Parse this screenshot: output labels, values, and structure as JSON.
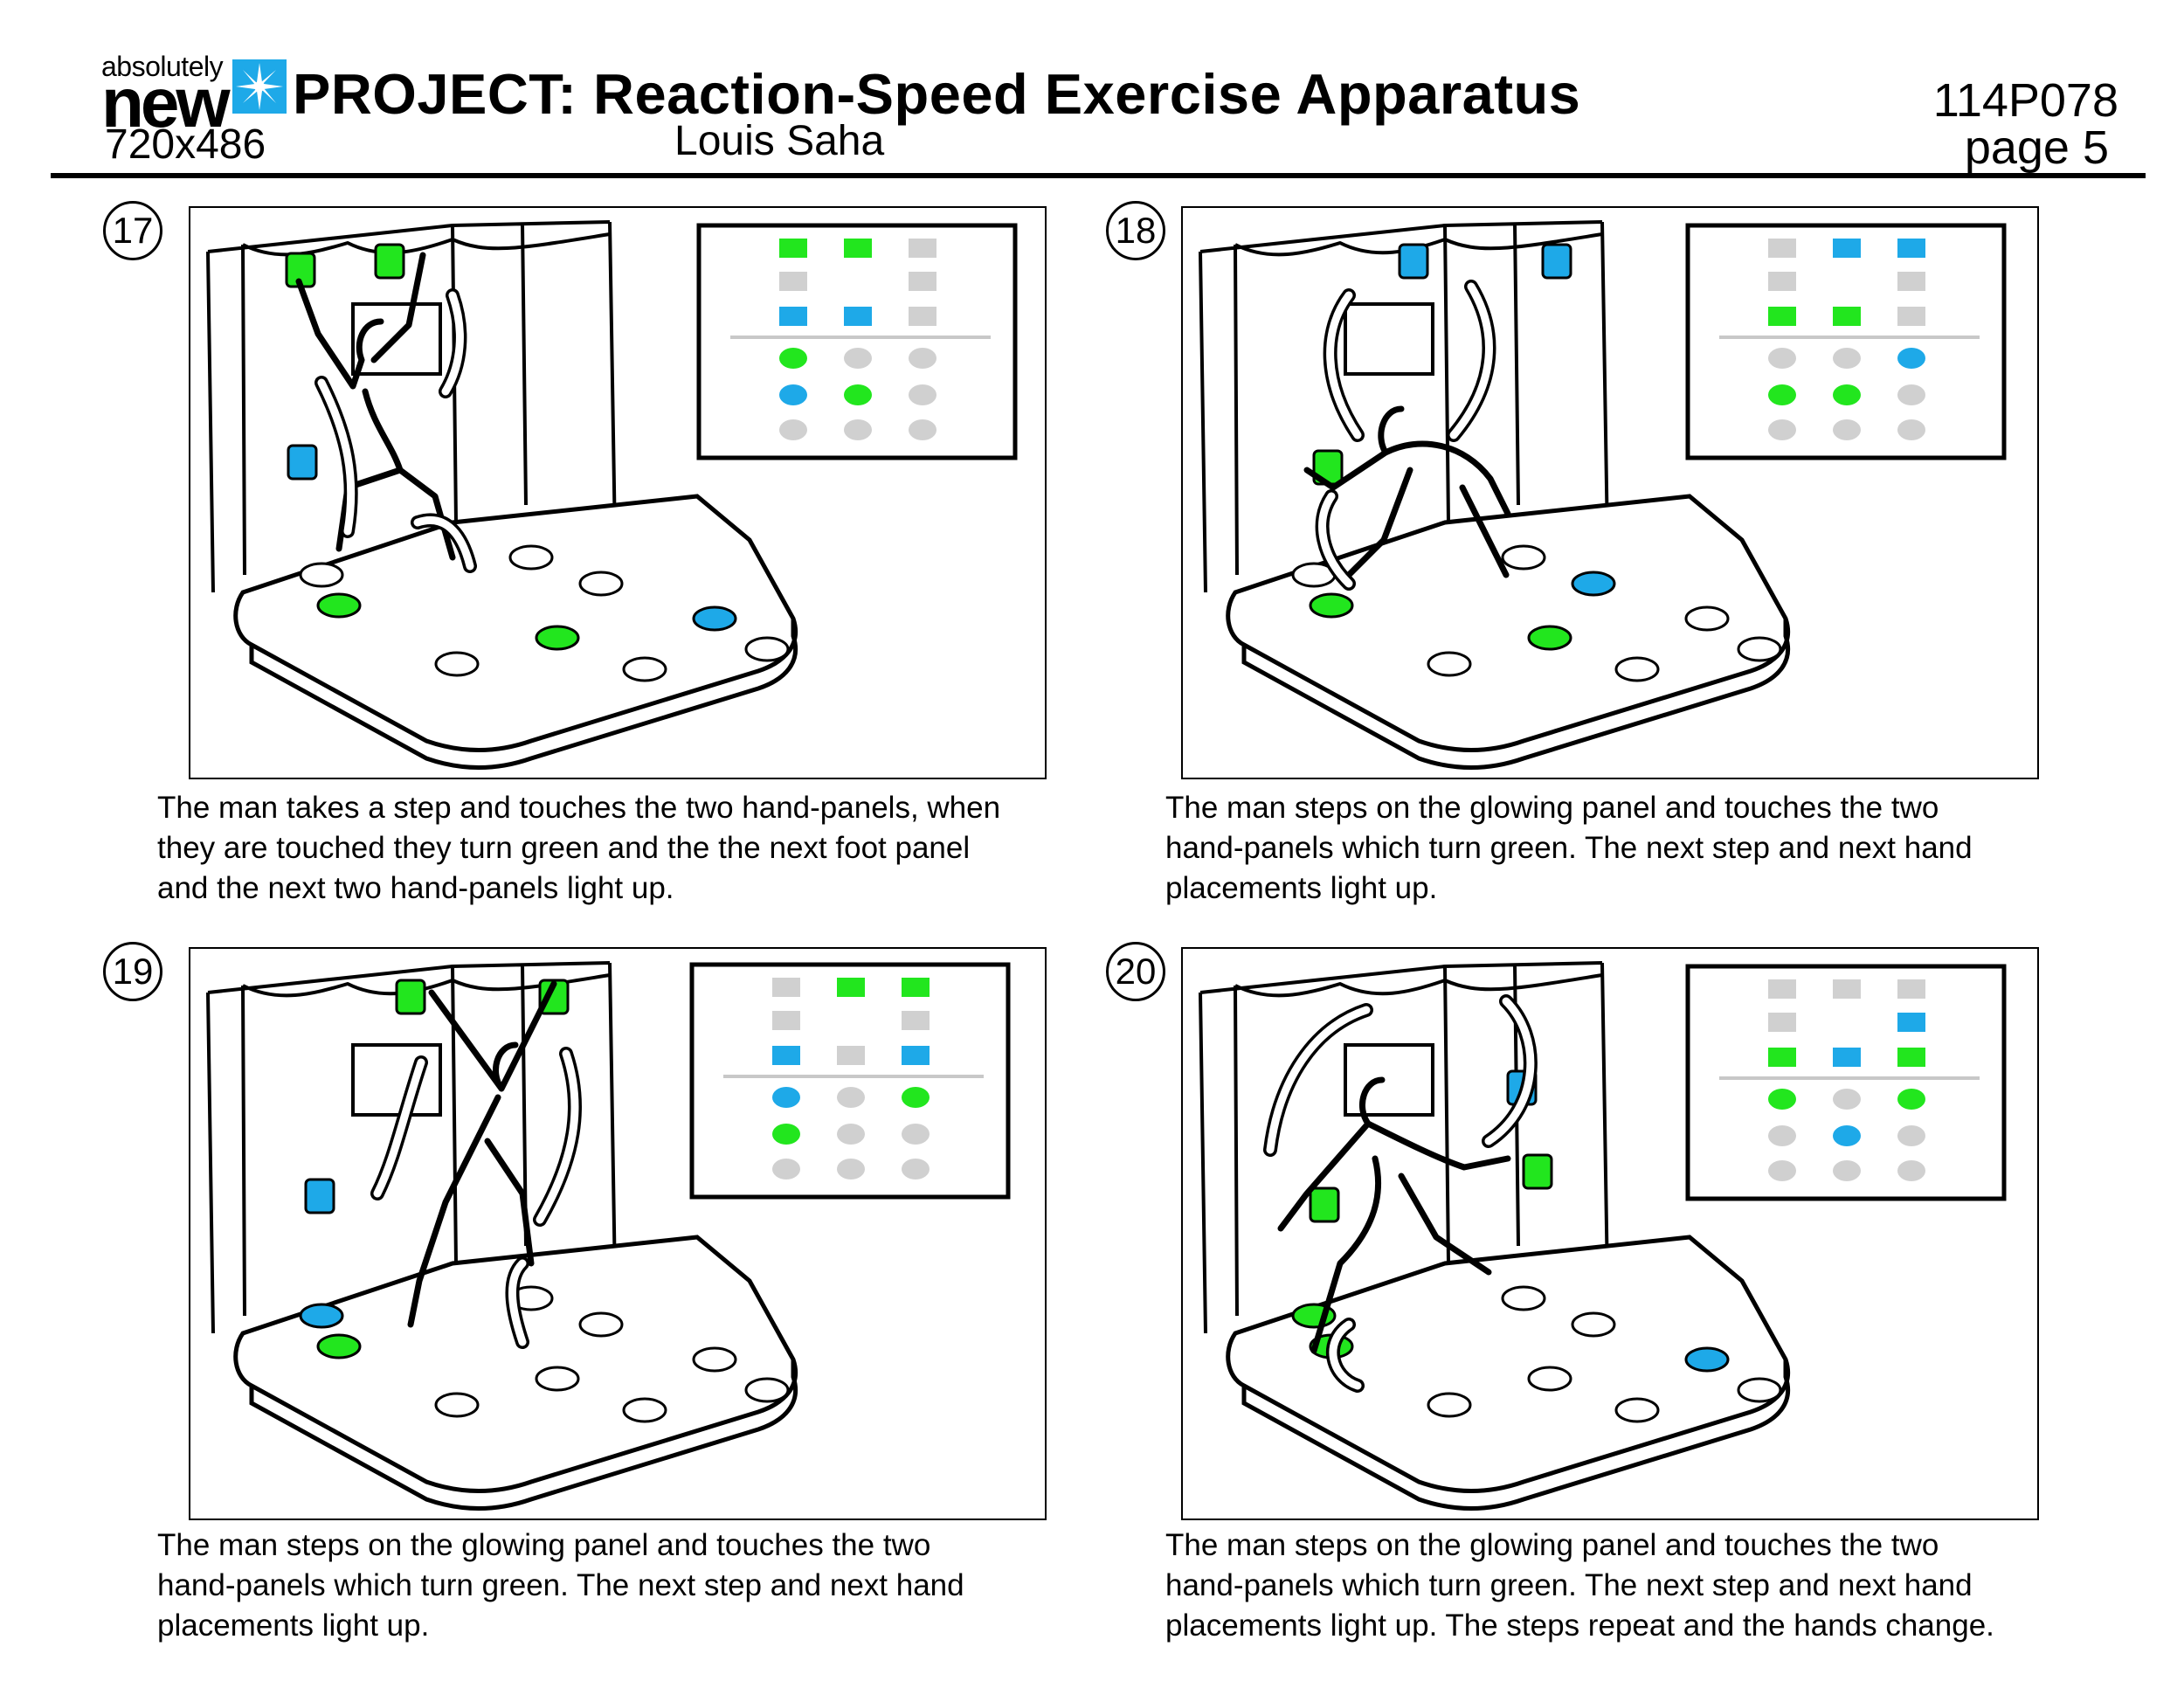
{
  "header": {
    "logo_top": "absolutely",
    "logo_main": "new",
    "resolution": "720x486",
    "project_title": "PROJECT: Reaction-Speed Exercise Apparatus",
    "author": "Louis Saha",
    "job_code": "114P078",
    "page": "page 5"
  },
  "colors": {
    "green": "#22e61e",
    "blue": "#1ea9e8",
    "gray": "#d0d0d0"
  },
  "panels": [
    {
      "number": "17",
      "caption_lines": [
        "The man takes a step and touches the two hand-panels, when",
        "they are touched they turn green and the the next foot panel",
        "and the next two hand-panels light up."
      ],
      "display": {
        "hand": [
          [
            "green",
            "green",
            "gray"
          ],
          [
            "gray",
            "none",
            "gray"
          ],
          [
            "blue",
            "blue",
            "gray"
          ]
        ],
        "foot": [
          [
            "green",
            "gray",
            "gray"
          ],
          [
            "blue",
            "green",
            "gray"
          ],
          [
            "gray",
            "gray",
            "gray"
          ]
        ]
      }
    },
    {
      "number": "18",
      "caption_lines": [
        "The man steps on the glowing panel and touches the two",
        "hand-panels which turn green.  The next step and next hand",
        "placements light up."
      ],
      "display": {
        "hand": [
          [
            "gray",
            "blue",
            "blue"
          ],
          [
            "gray",
            "none",
            "gray"
          ],
          [
            "green",
            "green",
            "gray"
          ]
        ],
        "foot": [
          [
            "gray",
            "gray",
            "blue"
          ],
          [
            "green",
            "green",
            "gray"
          ],
          [
            "gray",
            "gray",
            "gray"
          ]
        ]
      }
    },
    {
      "number": "19",
      "caption_lines": [
        "The man steps on the glowing panel and touches the two",
        "hand-panels which turn green.  The next step and next hand",
        "placements light up."
      ],
      "display": {
        "hand": [
          [
            "gray",
            "green",
            "green"
          ],
          [
            "gray",
            "none",
            "gray"
          ],
          [
            "blue",
            "gray",
            "blue"
          ]
        ],
        "foot": [
          [
            "blue",
            "gray",
            "green"
          ],
          [
            "green",
            "gray",
            "gray"
          ],
          [
            "gray",
            "gray",
            "gray"
          ]
        ]
      }
    },
    {
      "number": "20",
      "caption_lines": [
        "The man steps on the glowing panel and touches the two",
        "hand-panels which turn green.  The next step and next hand",
        "placements light up. The steps repeat and the hands change."
      ],
      "display": {
        "hand": [
          [
            "gray",
            "gray",
            "gray"
          ],
          [
            "gray",
            "none",
            "blue"
          ],
          [
            "green",
            "blue",
            "green"
          ]
        ],
        "foot": [
          [
            "green",
            "gray",
            "green"
          ],
          [
            "gray",
            "blue",
            "gray"
          ],
          [
            "gray",
            "gray",
            "gray"
          ]
        ]
      }
    }
  ]
}
